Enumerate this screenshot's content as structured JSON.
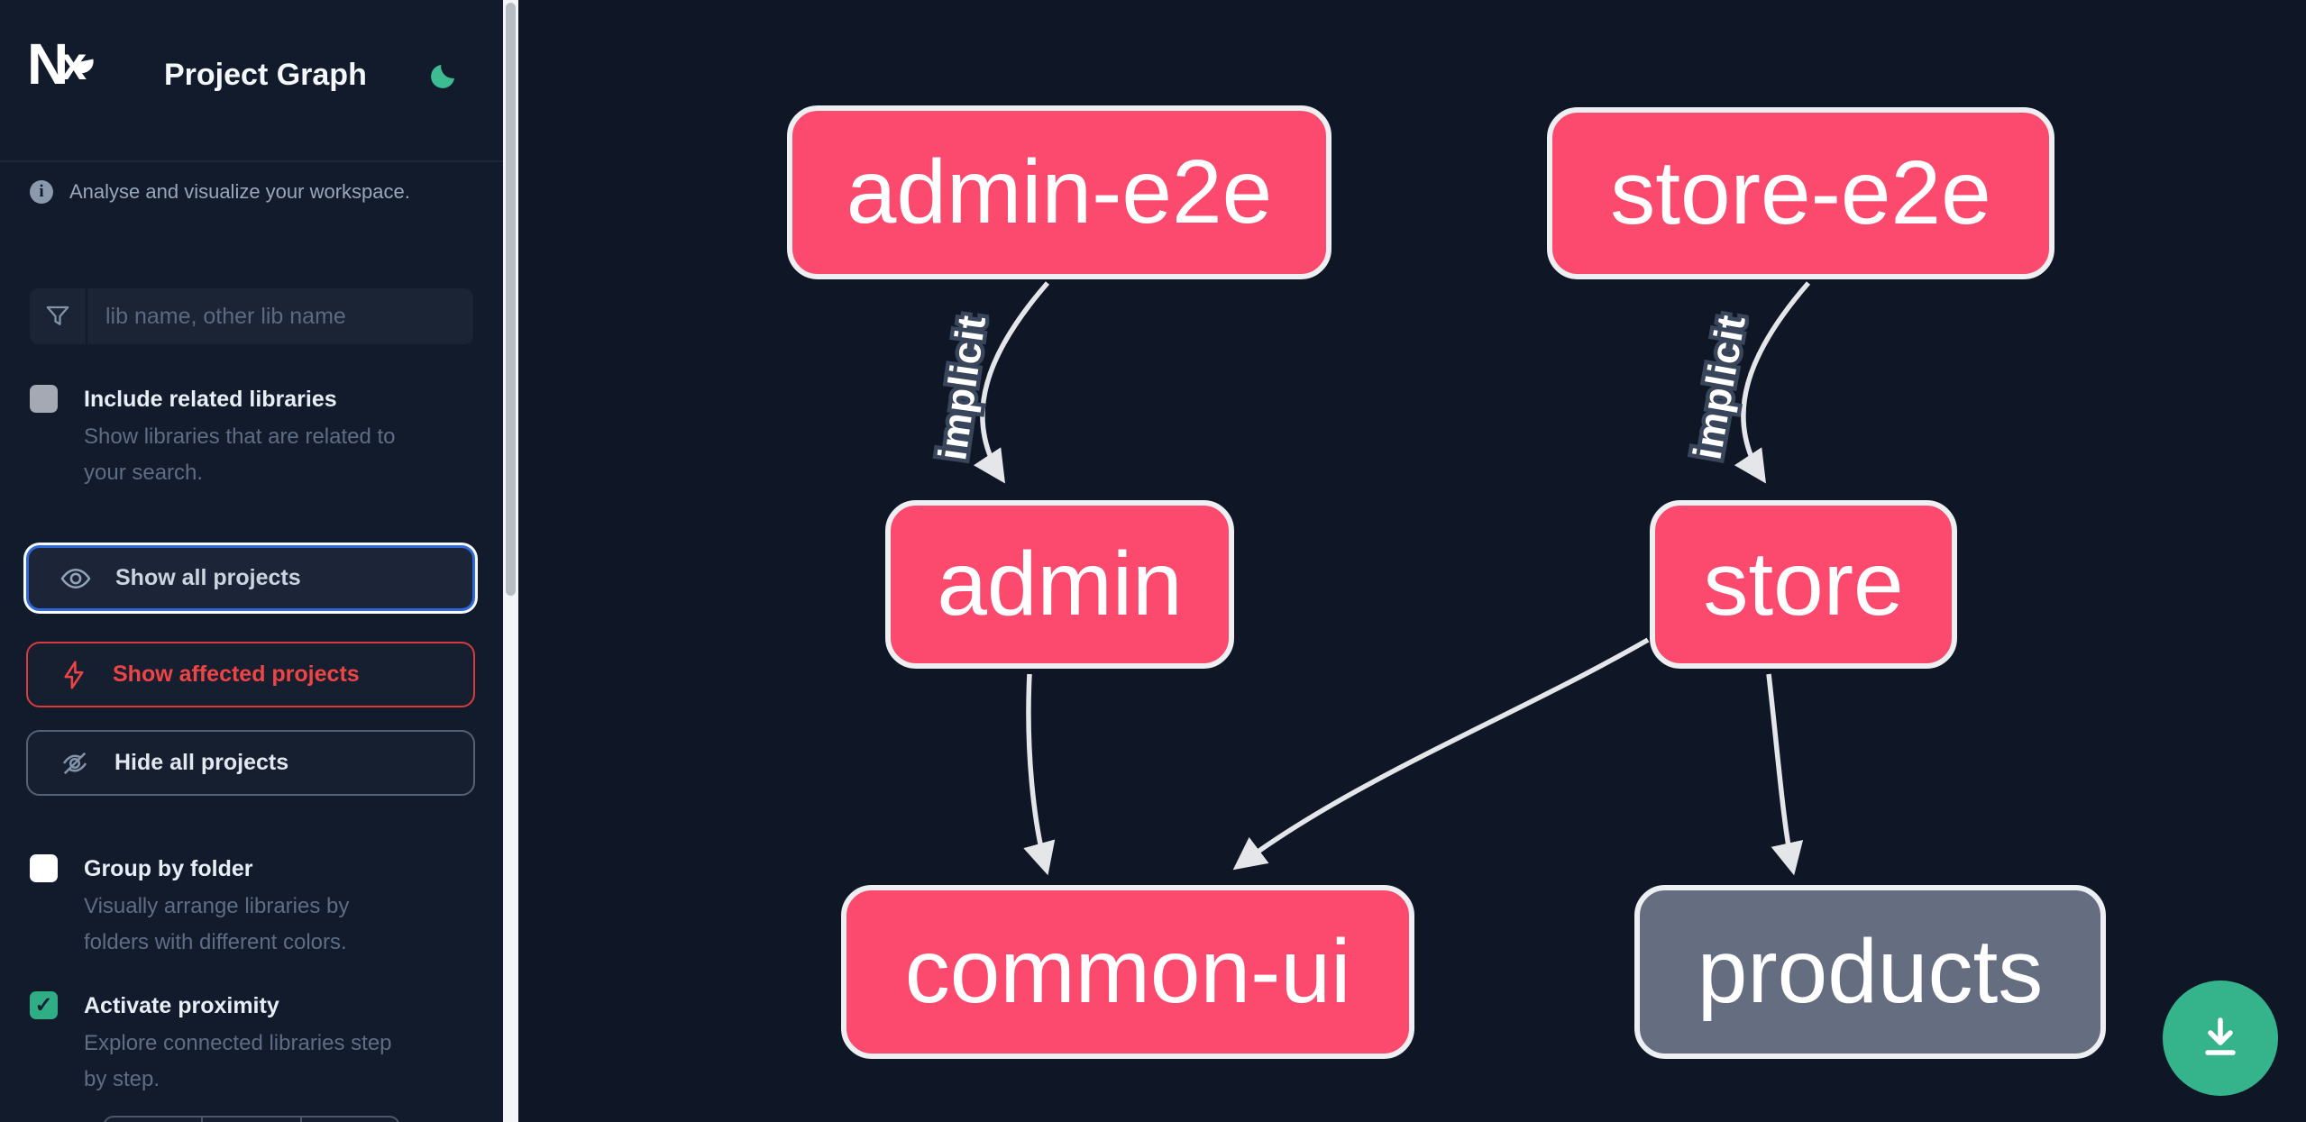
{
  "header": {
    "logo_text": "N",
    "title": "Project Graph"
  },
  "sidebar": {
    "tagline": "Analyse and visualize your workspace.",
    "search_placeholder": "lib name, other lib name",
    "include_related": {
      "label": "Include related libraries",
      "description": "Show libraries that are related to\nyour search.",
      "checked": false
    },
    "buttons": {
      "show_all": "Show all projects",
      "show_affected": "Show affected projects",
      "hide_all": "Hide all projects"
    },
    "group_by_folder": {
      "label": "Group by folder",
      "description": "Visually arrange libraries by\nfolders with different colors.",
      "checked": false
    },
    "activate_proximity": {
      "label": "Activate proximity",
      "description": "Explore connected libraries step\nby step.",
      "checked": true,
      "checkmark": "✓"
    }
  },
  "graph": {
    "nodes": [
      {
        "id": "admin-e2e",
        "label": "admin-e2e",
        "type": "app-e2e"
      },
      {
        "id": "store-e2e",
        "label": "store-e2e",
        "type": "app-e2e"
      },
      {
        "id": "admin",
        "label": "admin",
        "type": "app"
      },
      {
        "id": "store",
        "label": "store",
        "type": "app"
      },
      {
        "id": "common-ui",
        "label": "common-ui",
        "type": "lib"
      },
      {
        "id": "products",
        "label": "products",
        "type": "lib-unfocused"
      }
    ],
    "edges": [
      {
        "from": "admin-e2e",
        "to": "admin",
        "label": "implicit"
      },
      {
        "from": "store-e2e",
        "to": "store",
        "label": "implicit"
      },
      {
        "from": "admin",
        "to": "common-ui",
        "label": ""
      },
      {
        "from": "store",
        "to": "common-ui",
        "label": ""
      },
      {
        "from": "store",
        "to": "products",
        "label": ""
      }
    ]
  },
  "colors": {
    "node_pink": "#fb4a6d",
    "node_gray": "#656e80",
    "accent_green": "#35b48c",
    "affected_red": "#ef4444",
    "focus_blue": "#2f68d9",
    "edge_gray": "#e4e6e9",
    "sidebar_bg": "#121b2c",
    "canvas_bg": "#0f1726"
  }
}
